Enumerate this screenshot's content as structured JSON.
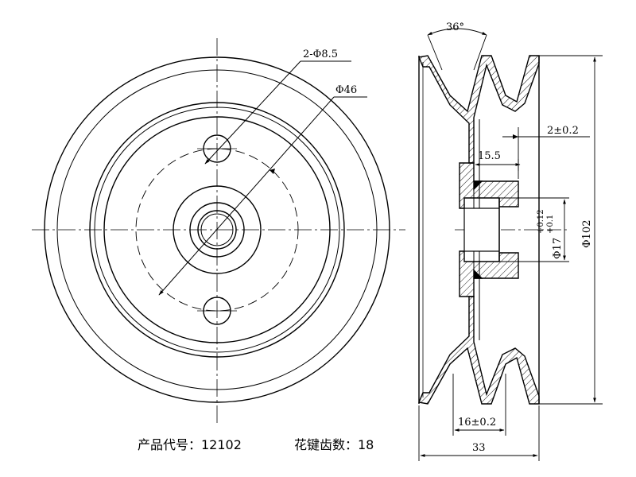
{
  "drawing": {
    "front_view": {
      "labels": {
        "hole_callout": "2-Φ8.5",
        "pcd_callout": "Φ46"
      }
    },
    "section_view": {
      "labels": {
        "groove_angle": "36°",
        "web_thickness": "2±0.2",
        "hub_offset": "15.5",
        "bore_dia": "Φ17",
        "bore_tol_upper": "+0.12",
        "bore_tol_lower": "+0.1",
        "outer_dia": "Φ102",
        "groove_pitch": "16±0.2",
        "overall_width": "33"
      }
    },
    "caption": {
      "product_code_label": "产品代号：12102",
      "spline_count_label": "花键齿数：18"
    }
  }
}
